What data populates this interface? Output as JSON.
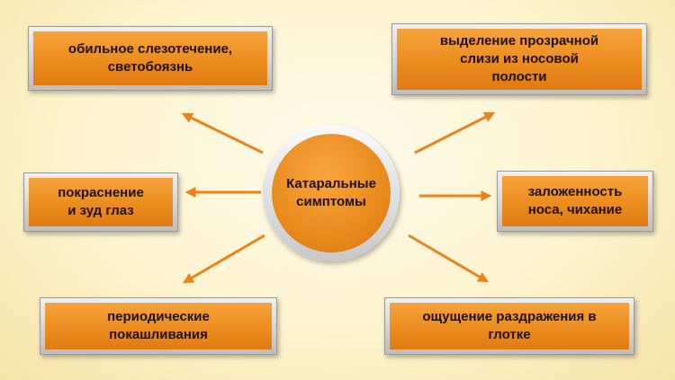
{
  "center": {
    "label": "Катаральные\nсимптомы"
  },
  "nodes": [
    {
      "label": "обильное слезотечение,\nсветобоязнь"
    },
    {
      "label": "выделение прозрачной\nслизи из носовой\nполости"
    },
    {
      "label": "покраснение\nи зуд глаз"
    },
    {
      "label": "заложенность\nноса, чихание"
    },
    {
      "label": "периодические\nпокашливания"
    },
    {
      "label": "ощущение раздражения в\nглотке"
    }
  ],
  "colors": {
    "box": "#ea8a1c",
    "arrow": "#e8841a",
    "frame": "#c8c8c8"
  }
}
